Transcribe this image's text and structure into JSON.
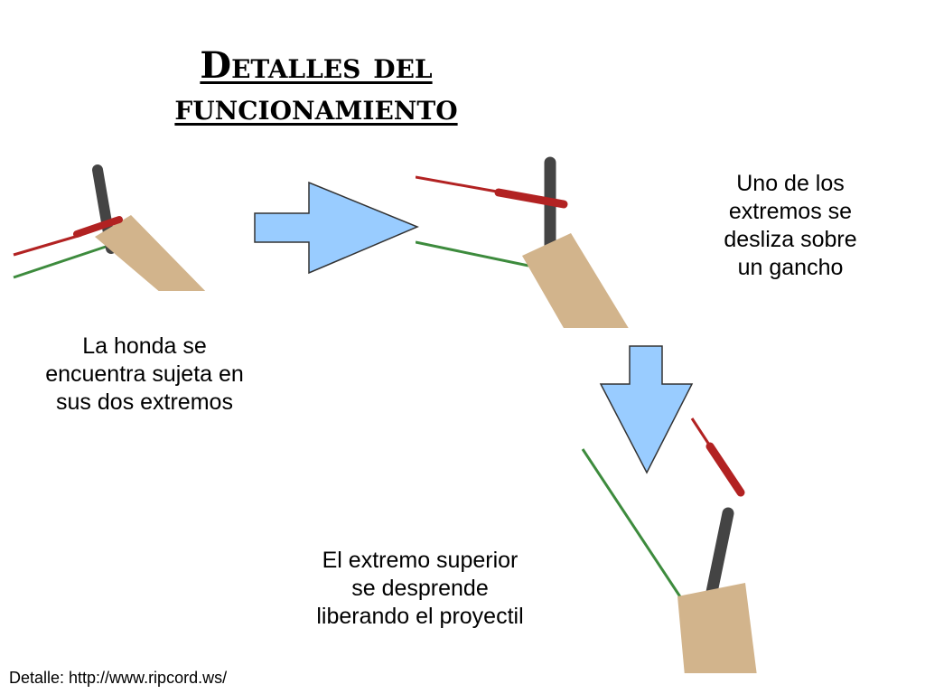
{
  "title": {
    "line1": "Detalles del",
    "line2": "funcionamiento"
  },
  "steps": [
    {
      "caption": [
        "La honda se",
        "encuentra sujeta en",
        "sus dos extremos"
      ]
    },
    {
      "caption": [
        "Uno de los",
        "extremos se",
        "desliza sobre",
        "un gancho"
      ]
    },
    {
      "caption": [
        "El extremo superior",
        "se desprende",
        "liberando el proyectil"
      ]
    }
  ],
  "source": "Detalle: http://www.ripcord.ws/",
  "colors": {
    "arrow_fill": "#99ccff",
    "arrow_stroke": "#333333",
    "wood": "#d2b48c",
    "hook": "#444444",
    "red_line": "#b22222",
    "green_line": "#3d8b3d"
  }
}
